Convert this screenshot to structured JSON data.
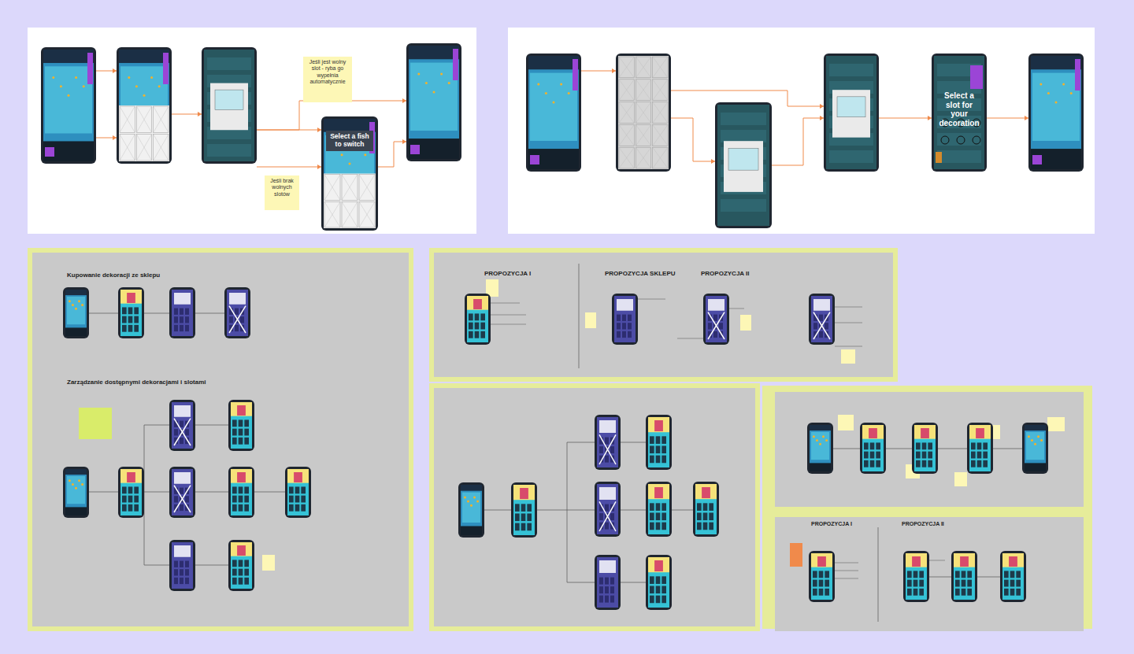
{
  "diagram": {
    "nodes": [
      {
        "text": [
          "Jeśli jest wolny slot - ryba go wypełnia automatycznie"
        ]
      },
      {
        "text": [
          "Select a fish to switch"
        ]
      },
      {
        "text": [
          "Jeśli brak wolnych slotów"
        ]
      },
      {
        "text": [
          "Select a slot for your decoration"
        ]
      }
    ],
    "labels": [
      "Kupowanie dekoracji ze sklepu",
      "Zarządzanie dostępnymi dekoracjami i slotami",
      "PROPOZYCJA I",
      "PROPOZYCJA SKLEPU",
      "PROPOZYCJA II",
      "PROPOZYCJA I",
      "PROPOZYCJA II"
    ]
  }
}
